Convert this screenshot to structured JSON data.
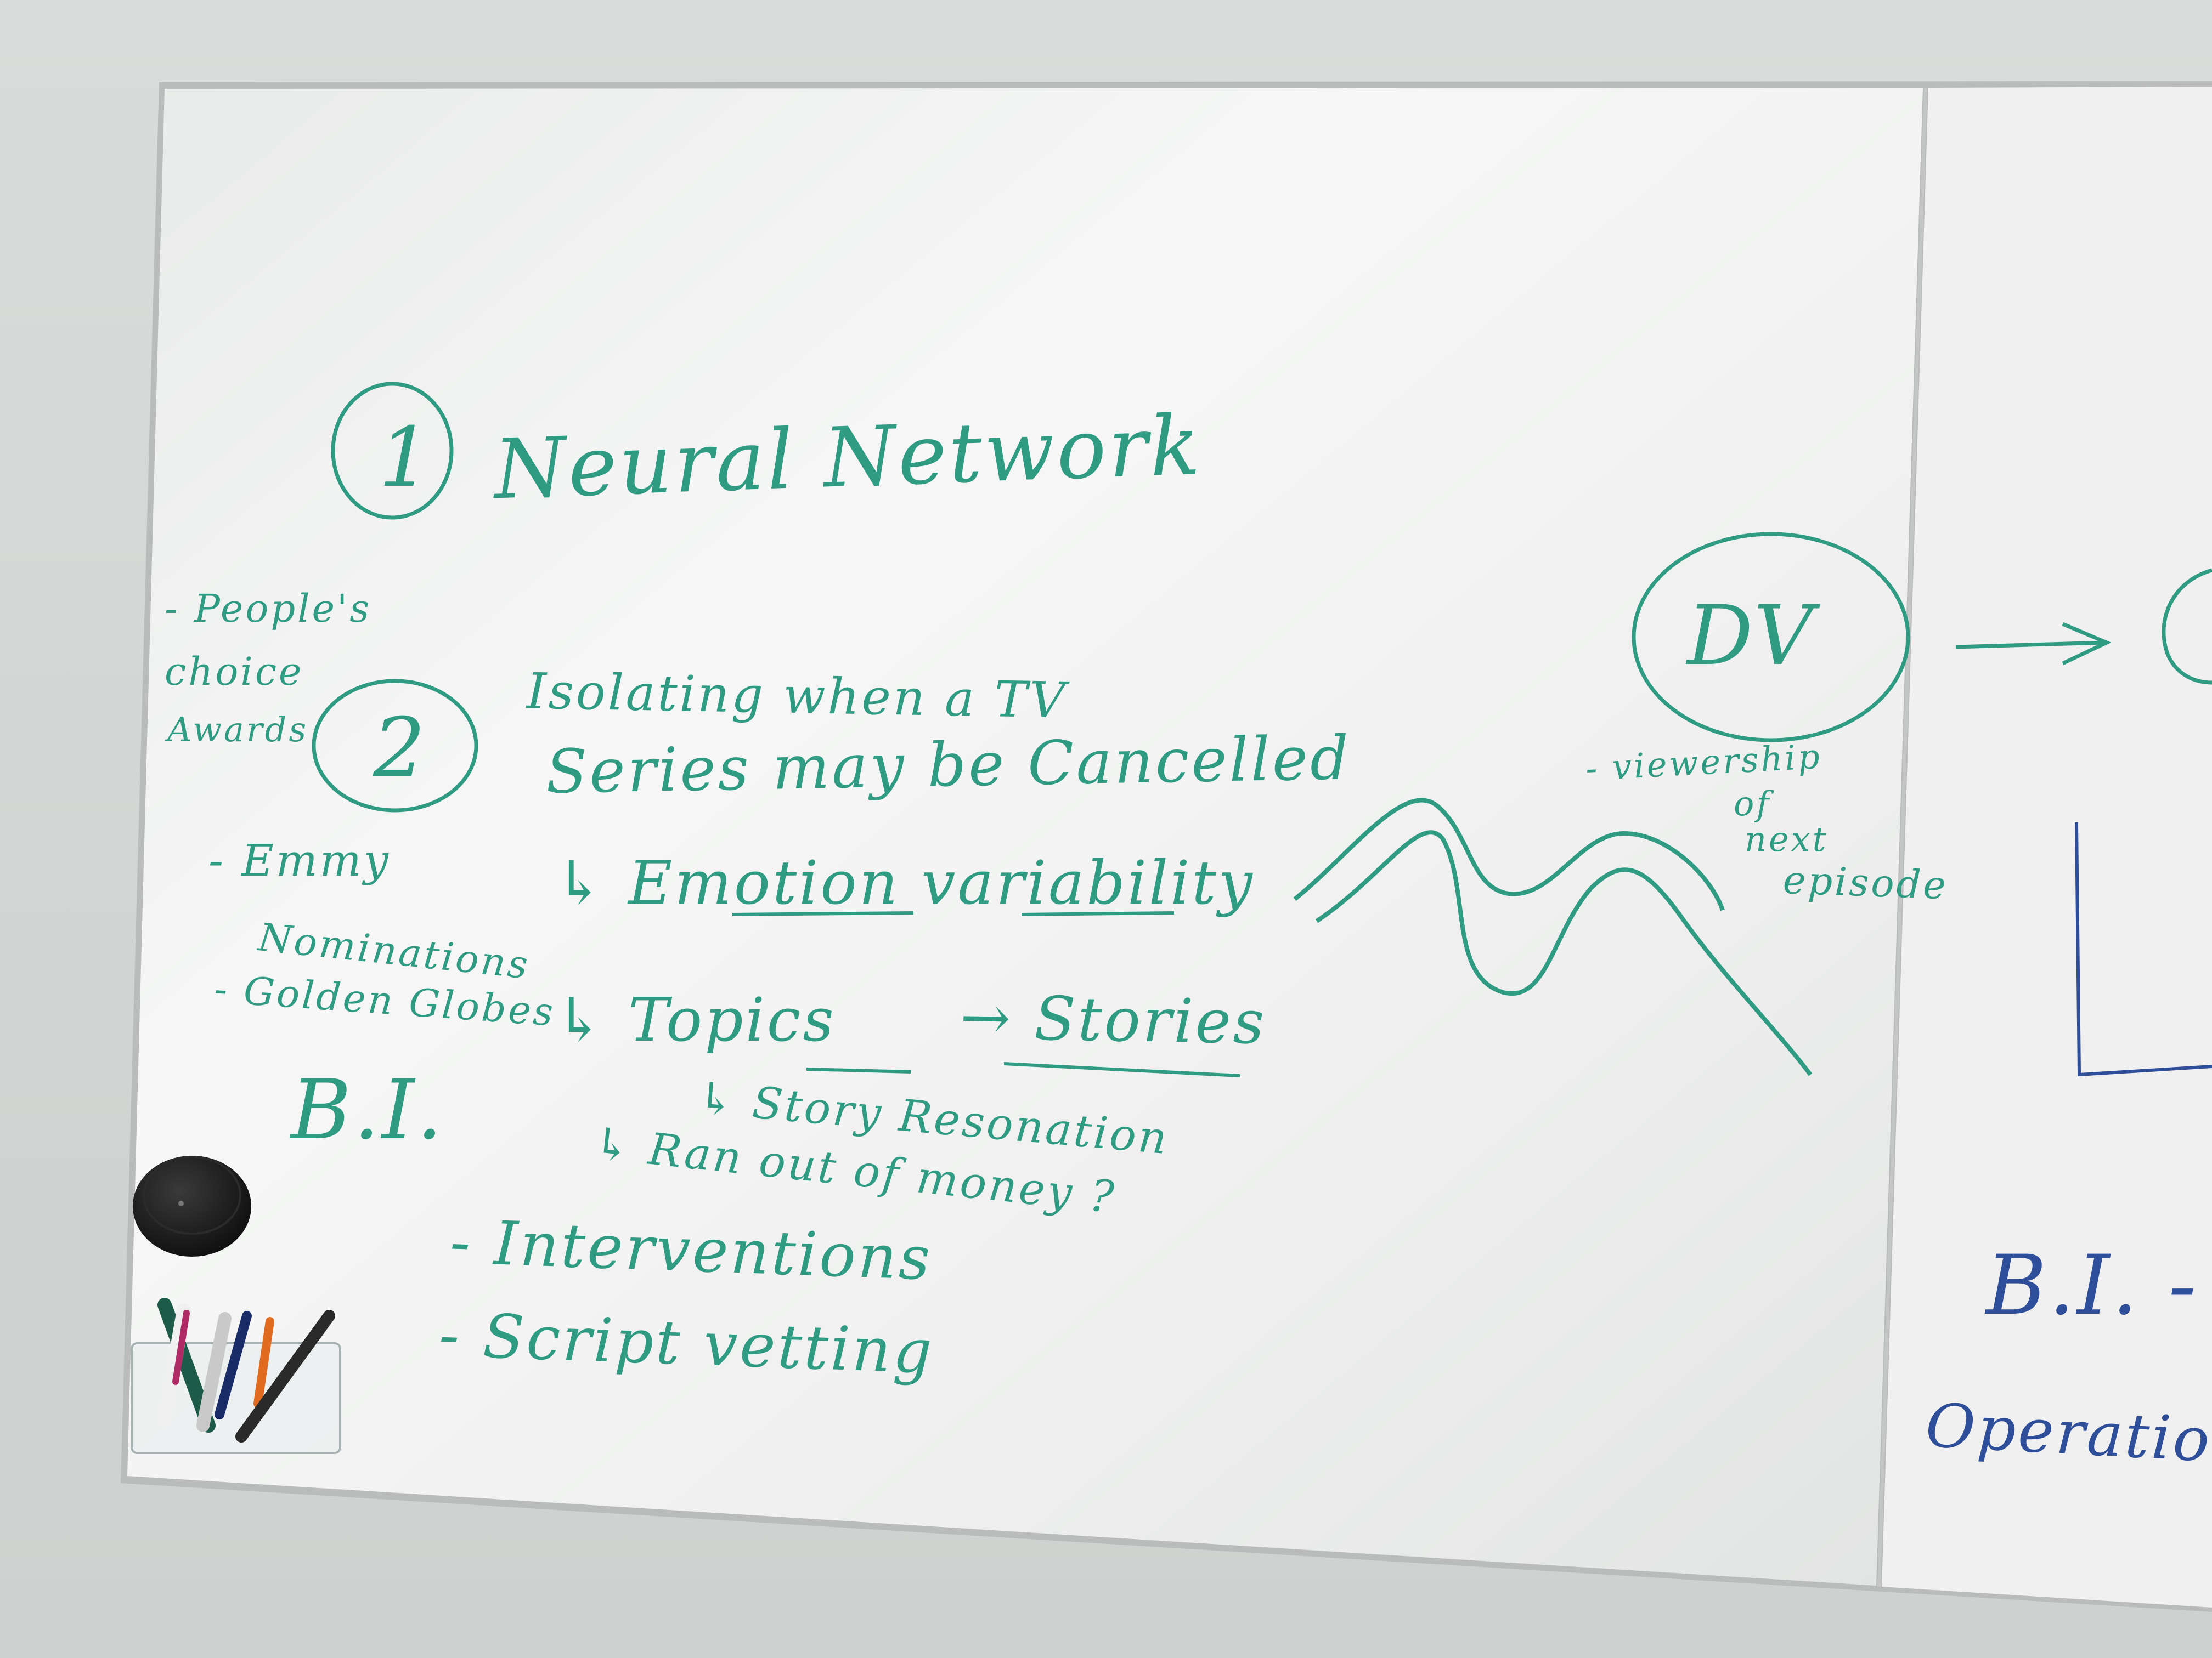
{
  "board": {
    "title": "Neural Network",
    "item1_number": "1",
    "item2_number": "2",
    "topic_line1": "Isolating when a TV",
    "topic_line2": "Series may be Cancelled",
    "branch_emotion": "↳ Emotion variability",
    "branch_topics": "↳ Topics",
    "arrow_stories": "→ Stories",
    "branch_story_resonation": "↳ Story Resonation",
    "branch_money": "↳ Ran out of money ?",
    "side_note_1": "- People's",
    "side_note_2": "choice",
    "side_note_3": "Awards",
    "side_note_4": "- Emmy",
    "side_note_5": "Nominations",
    "side_note_6": "- Golden Globes",
    "bi_label": "B.I.",
    "interventions": "- Interventions",
    "script_vetting": "- Script vetting",
    "dv_label": "DV",
    "dv_note_1": "- viewership",
    "dv_note_2": "of",
    "dv_note_3": "next",
    "dv_note_4": "episode"
  },
  "right_panel": {
    "bi_label": "B.I. -",
    "operation_label": "Operation"
  },
  "colors": {
    "marker_green": "#2f9b82",
    "marker_blue": "#2f4e9a",
    "board_white": "#f4f5f4",
    "wall": "#d5d7d6"
  }
}
